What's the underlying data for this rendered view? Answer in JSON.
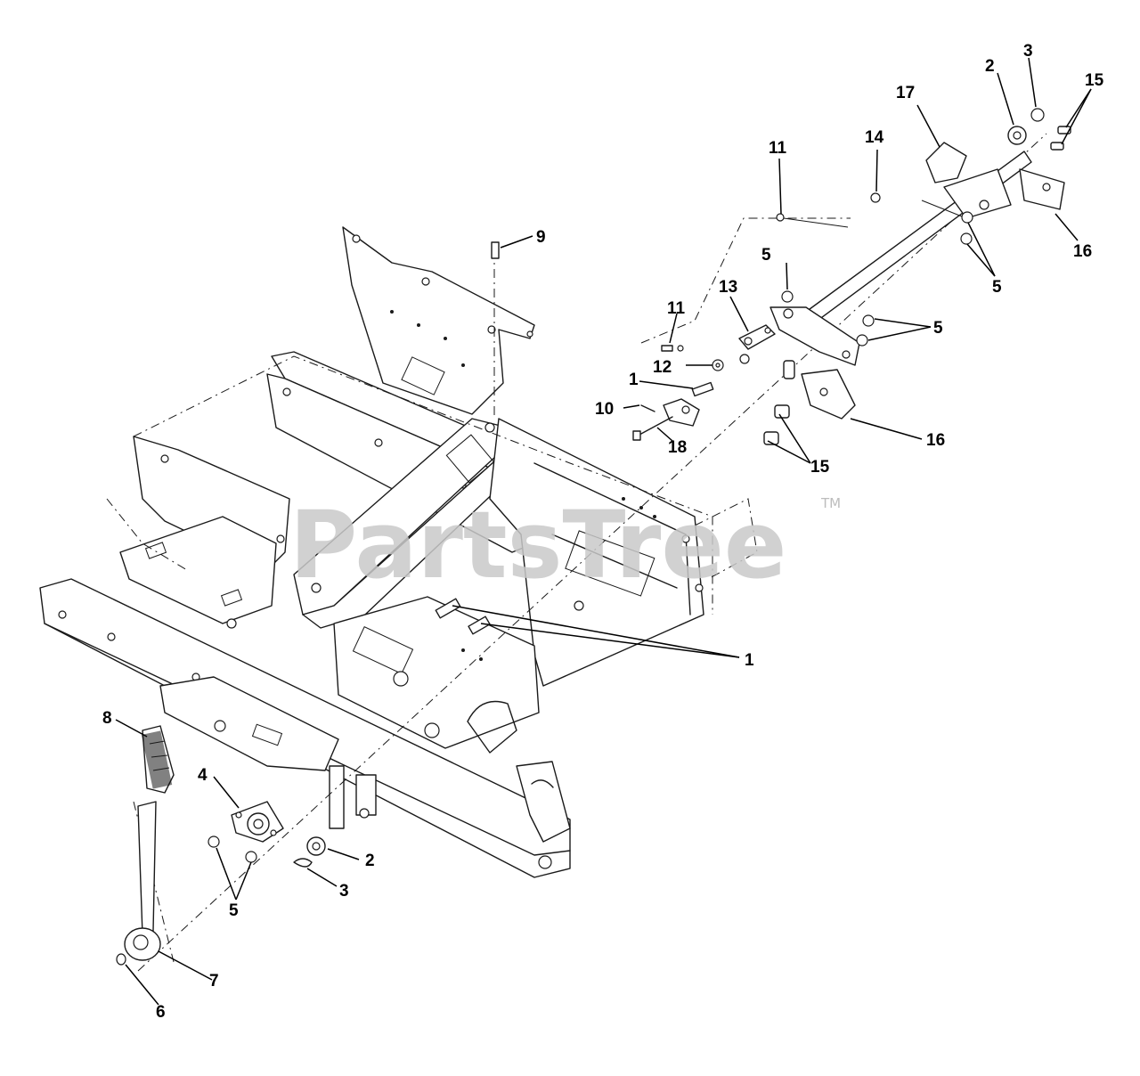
{
  "watermark": {
    "text": "PartsTree",
    "trademark": "TM"
  },
  "callouts": [
    {
      "id": "c1a",
      "label": "1"
    },
    {
      "id": "c1b",
      "label": "1"
    },
    {
      "id": "c2a",
      "label": "2"
    },
    {
      "id": "c2b",
      "label": "2"
    },
    {
      "id": "c3a",
      "label": "3"
    },
    {
      "id": "c3b",
      "label": "3"
    },
    {
      "id": "c4",
      "label": "4"
    },
    {
      "id": "c5a",
      "label": "5"
    },
    {
      "id": "c5b",
      "label": "5"
    },
    {
      "id": "c5c",
      "label": "5"
    },
    {
      "id": "c5d",
      "label": "5"
    },
    {
      "id": "c6",
      "label": "6"
    },
    {
      "id": "c7",
      "label": "7"
    },
    {
      "id": "c8",
      "label": "8"
    },
    {
      "id": "c9",
      "label": "9"
    },
    {
      "id": "c10",
      "label": "10"
    },
    {
      "id": "c11a",
      "label": "11"
    },
    {
      "id": "c11b",
      "label": "11"
    },
    {
      "id": "c12",
      "label": "12"
    },
    {
      "id": "c13",
      "label": "13"
    },
    {
      "id": "c14",
      "label": "14"
    },
    {
      "id": "c15a",
      "label": "15"
    },
    {
      "id": "c15b",
      "label": "15"
    },
    {
      "id": "c16a",
      "label": "16"
    },
    {
      "id": "c16b",
      "label": "16"
    },
    {
      "id": "c17",
      "label": "17"
    },
    {
      "id": "c18",
      "label": "18"
    }
  ]
}
